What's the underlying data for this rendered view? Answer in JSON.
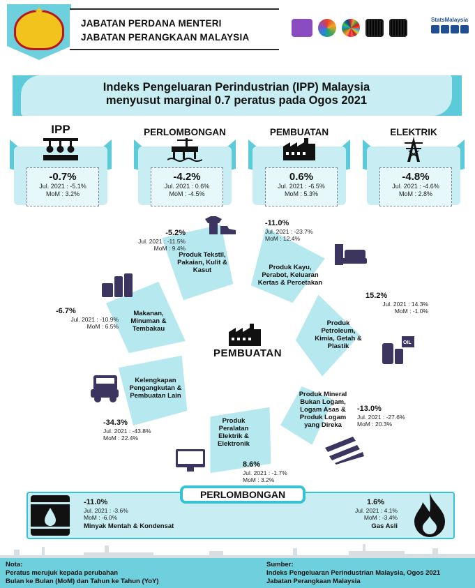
{
  "header": {
    "line1": "JABATAN PERDANA MENTERI",
    "line2": "JABATAN PERANGKAAN MALAYSIA",
    "stats_brand": "StatsMalaysia"
  },
  "title": {
    "line1": "Indeks Pengeluaran Perindustrian (IPP) Malaysia",
    "line2": "menyusut marginal 0.7 peratus pada Ogos 2021"
  },
  "cards": [
    {
      "label": "IPP",
      "value": "-0.7%",
      "yoy": "Jul. 2021 : -5.1%",
      "mom": "MoM : 3.2%",
      "icon": "factory-robot-icon"
    },
    {
      "label": "PERLOMBONGAN",
      "value": "-4.2%",
      "yoy": "Jul. 2021 : 0.6%",
      "mom": "MoM : -4.5%",
      "icon": "oil-rig-icon"
    },
    {
      "label": "PEMBUATAN",
      "value": "0.6%",
      "yoy": "Jul. 2021 : -6.5%",
      "mom": "MoM : 5.3%",
      "icon": "factory-icon"
    },
    {
      "label": "ELEKTRIK",
      "value": "-4.8%",
      "yoy": "Jul. 2021 : -4.6%",
      "mom": "MoM : 2.8%",
      "icon": "power-tower-icon"
    }
  ],
  "center": {
    "label": "PEMBUATAN",
    "icon": "factory-icon"
  },
  "segments": [
    {
      "label": "Produk Tekstil, Pakaian, Kulit & Kasut",
      "value": "-5.2%",
      "yoy": "Jul. 2021 : -11.5%",
      "mom": "MoM : 9.4%",
      "icon": "shirt-shoe-icon"
    },
    {
      "label": "Produk Kayu, Perabot, Keluaran Kertas & Percetakan",
      "value": "-11.0%",
      "yoy": "Jul. 2021 : -23.7%",
      "mom": "MoM : 12.4%",
      "icon": "sofa-icon"
    },
    {
      "label": "Produk Petroleum, Kimia, Getah & Plastik",
      "value": "15.2%",
      "yoy": "Jul. 2021 : 14.3%",
      "mom": "MoM : -1.0%",
      "icon": "oil-tank-icon"
    },
    {
      "label": "Produk Mineral Bukan Logam, Logam Asas & Produk Logam yang Direka",
      "value": "-13.0%",
      "yoy": "Jul. 2021 : -27.6%",
      "mom": "MoM : 20.3%",
      "icon": "steel-beam-icon"
    },
    {
      "label": "Produk Peralatan Elektrik & Elektronik",
      "value": "8.6%",
      "yoy": "Jul. 2021 : -1.7%",
      "mom": "MoM : 3.2%",
      "icon": "monitor-icon"
    },
    {
      "label": "Kelengkapan Pengangkutan & Pembuatan Lain",
      "value": "-34.3%",
      "yoy": "Jul. 2021 : -43.8%",
      "mom": "MoM : 22.4%",
      "icon": "vehicle-icon"
    },
    {
      "label": "Makanan, Minuman & Tembakau",
      "value": "-6.7%",
      "yoy": "Jul. 2021 : -10.9%",
      "mom": "MoM : 6.5%",
      "icon": "food-can-icon"
    }
  ],
  "mining": {
    "title": "PERLOMBONGAN",
    "left": {
      "value": "-11.0%",
      "yoy": "Jul. 2021 : -3.6%",
      "mom": "MoM : -6.0%",
      "label": "Minyak Mentah & Kondensat",
      "icon": "oil-barrel-icon"
    },
    "right": {
      "value": "1.6%",
      "yoy": "Jul. 2021 : 4.1%",
      "mom": "MoM : -3.4%",
      "label": "Gas Asli",
      "icon": "gas-flame-icon"
    }
  },
  "footer": {
    "note_title": "Nota:",
    "note_line1": "Peratus merujuk kepada perubahan",
    "note_line2": "Bulan ke Bulan (MoM) dan Tahun ke Tahun (YoY)",
    "source_title": "Sumber:",
    "source_line1": "Indeks Pengeluaran Perindustrian Malaysia, Ogos 2021",
    "source_line2": "Jabatan Perangkaan Malaysia"
  }
}
